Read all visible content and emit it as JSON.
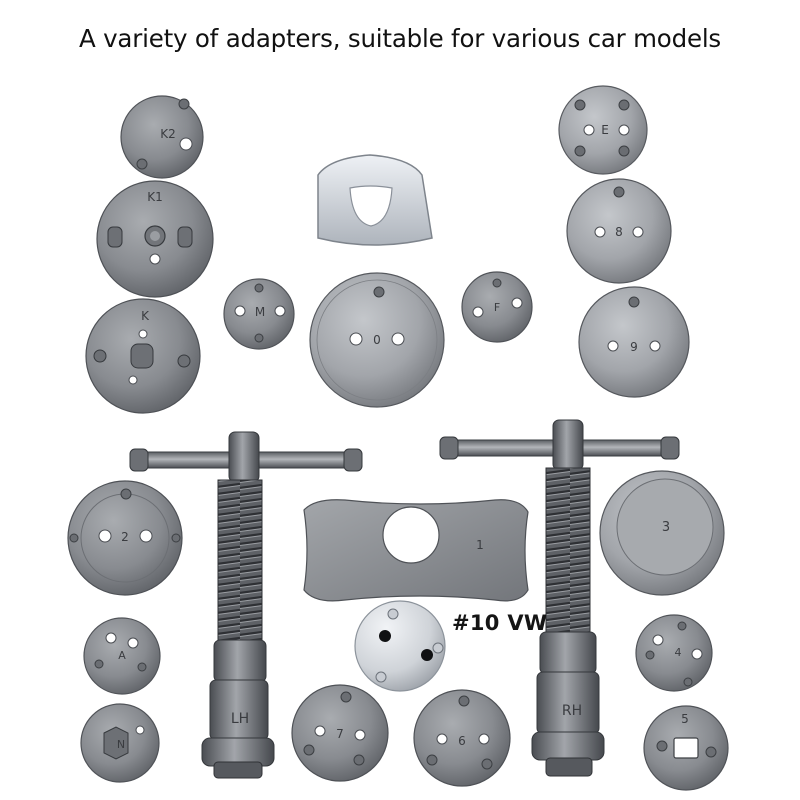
{
  "headline": "A variety of adapters, suitable for various car models",
  "callout": "#10 VW",
  "adapter_markings": {
    "k2": "K2",
    "e": "E",
    "k1": "K1",
    "eight": "8",
    "m": "M",
    "zero": "0",
    "f": "F",
    "k": "K",
    "nine": "9",
    "two": "2",
    "one": "1",
    "three": "3",
    "a": "A",
    "four": "4",
    "n": "N",
    "seven": "7",
    "six": "6",
    "five": "5"
  },
  "tool_markings": {
    "left": "LH",
    "right": "RH"
  },
  "colors": {
    "steel_dark": "#55585d",
    "steel_mid": "#85888d",
    "steel_light": "#b4b7bb",
    "zinc": "#d2d6dc"
  }
}
